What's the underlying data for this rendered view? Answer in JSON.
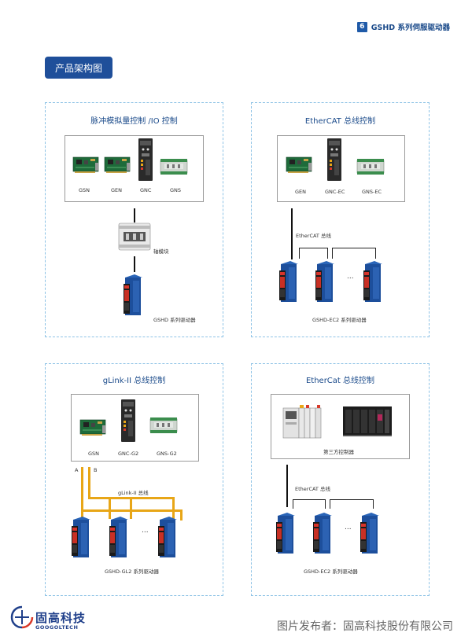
{
  "header": {
    "page_number": "6",
    "title": "GSHD 系列伺服驱动器"
  },
  "section_title": "产品架构图",
  "panels": {
    "p1": {
      "title": "脉冲模拟量控制 /IO 控制",
      "devices": [
        "GSN",
        "GEN",
        "GNC",
        "GNS"
      ],
      "axis_module": "轴模块",
      "driver": "GSHD 系列驱动器"
    },
    "p2": {
      "title": "EtherCAT 总线控制",
      "devices": [
        "GEN",
        "GNC-EC",
        "GNS-EC"
      ],
      "bus": "EtherCAT 总线",
      "ellipsis": "...",
      "driver": "GSHD-EC2 系列驱动器"
    },
    "p3": {
      "title": "gLink-II 总线控制",
      "devices": [
        "GSN",
        "GNC-G2",
        "GNS-G2"
      ],
      "port_a": "A",
      "port_b": "B",
      "bus": "gLink-II 总线",
      "ellipsis": "...",
      "driver": "GSHD-GL2 系列驱动器"
    },
    "p4": {
      "title": "EtherCat 总线控制",
      "controller": "第三方控制器",
      "bus": "EtherCAT 总线",
      "ellipsis": "...",
      "driver": "GSHD-EC2 系列驱动器"
    }
  },
  "footer": {
    "logo_cn": "固高科技",
    "logo_en": "GOOGOLTECH",
    "watermark": "图片发布者：固高科技股份有限公司"
  },
  "colors": {
    "brand_blue": "#1f4f9a",
    "dashed_border": "#8ec3e6",
    "glink_bus": "#e8a617"
  }
}
